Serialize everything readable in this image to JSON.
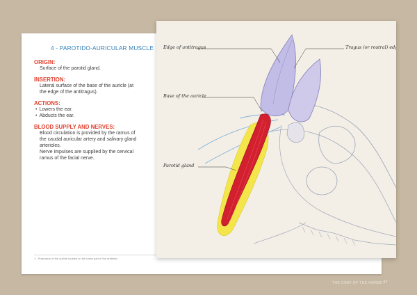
{
  "section": {
    "title": "4 - PAROTIDO-AURICULAR MUSCLE",
    "origin": {
      "heading": "ORIGIN:",
      "text": "Surface of the parotid gland."
    },
    "insertion": {
      "heading": "INSERTION:",
      "lines": [
        "Lateral surface of the base of the auricle (at",
        "the edge of the antitragus)."
      ]
    },
    "actions": {
      "heading": "ACTIONS:",
      "items": [
        "Lowers the ear.",
        "Abducts the ear."
      ]
    },
    "blood": {
      "heading": "BLOOD SUPPLY AND NERVES:",
      "lines": [
        "Blood circulation is provided by the ramus of",
        "the caudal auricular artery and salivary gland",
        "arterioles.",
        "Nerve impulses are supplied by the cervical",
        "ramus of the facial nerve."
      ]
    }
  },
  "footnote": "1 - Protrusion of the auricle located on the lower part of the antihelix",
  "illustration": {
    "labels": {
      "edge_antitragus": "Edge of antitragus",
      "tragus": "Tragus (or rostral) edge",
      "base_auricle": "Base of the auricle",
      "parotid": "Parotid gland"
    },
    "colors": {
      "muscle": "#d2202f",
      "gland": "#f4e64a",
      "ear": "#b9b4e0",
      "paper": "#f3efe6"
    }
  },
  "footer": {
    "running_title": "THE COAT OF THE HORSE",
    "page_number": "47"
  }
}
